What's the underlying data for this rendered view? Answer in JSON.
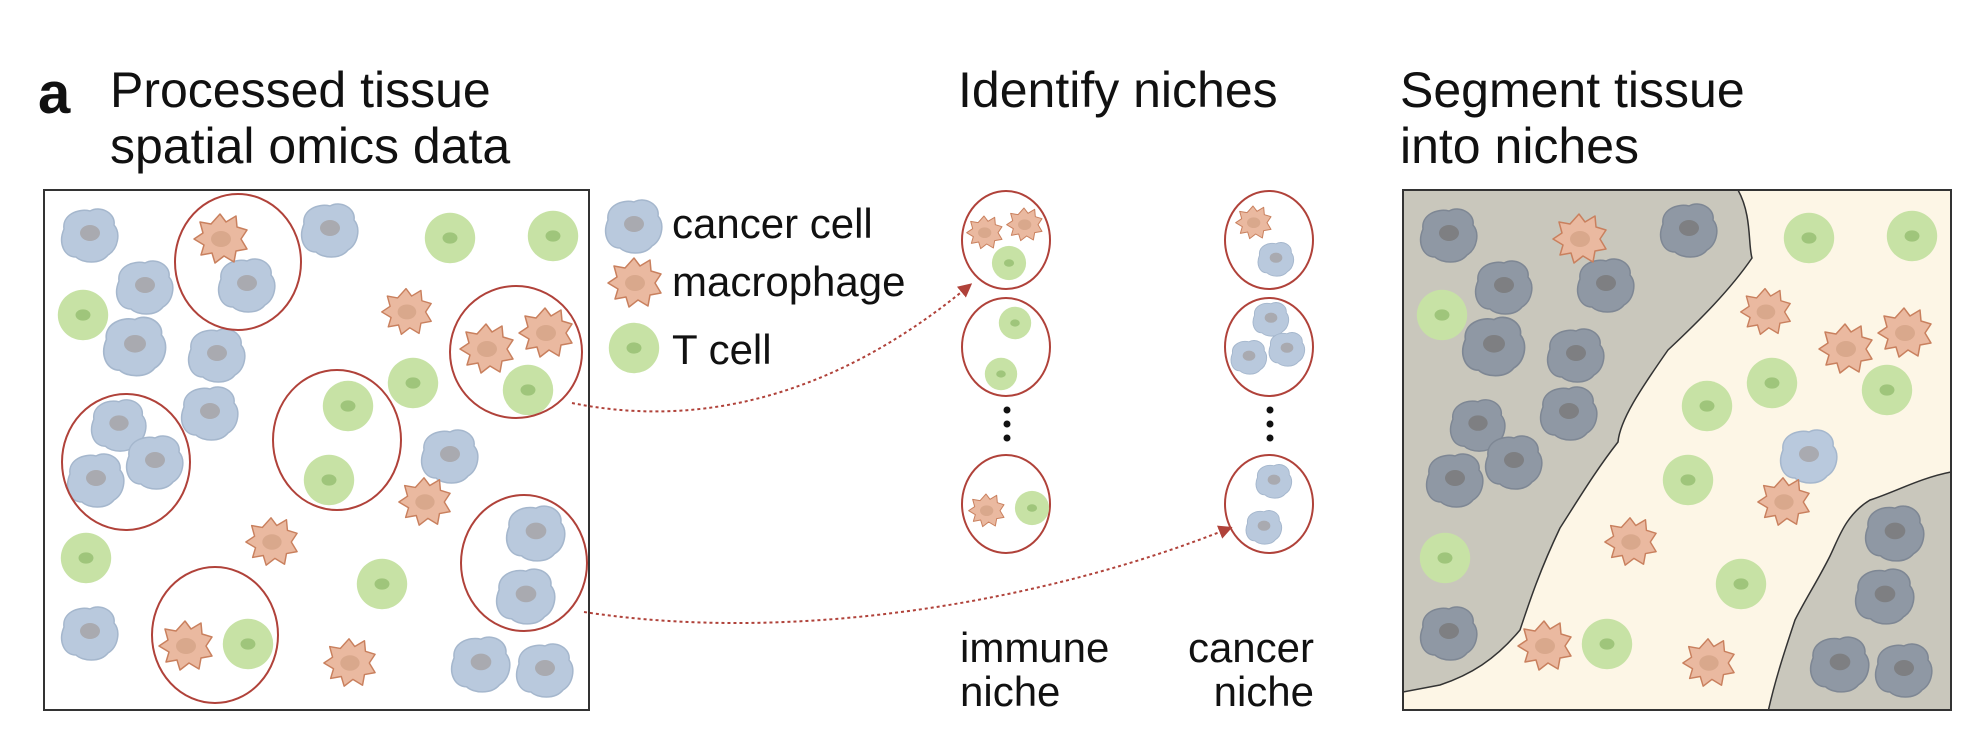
{
  "panel_letter": "a",
  "headings": {
    "left_line1": "Processed tissue",
    "left_line2": "spatial omics data",
    "middle": "Identify niches",
    "right_line1": "Segment tissue",
    "right_line2": "into niches"
  },
  "legend": [
    {
      "icon": "cancer-cell-icon",
      "label": "cancer cell"
    },
    {
      "icon": "macrophage-icon",
      "label": "macrophage"
    },
    {
      "icon": "t-cell-icon",
      "label": "T cell"
    }
  ],
  "niche_labels": {
    "immune_line1": "immune",
    "immune_line2": "niche",
    "cancer_line1": "cancer",
    "cancer_line2": "niche"
  },
  "colors": {
    "cancer_fill": "#b9c9dd",
    "cancer_nucleus": "#a9aab0",
    "macrophage_fill": "#eab9a0",
    "macrophage_nucleus": "#d9a88c",
    "tcell_fill": "#c7e2a5",
    "tcell_nucleus": "#9fc57b",
    "circle_stroke": "#b0423a",
    "cancer_region": "#c9c7bc",
    "immune_region": "#fdf6e6"
  }
}
